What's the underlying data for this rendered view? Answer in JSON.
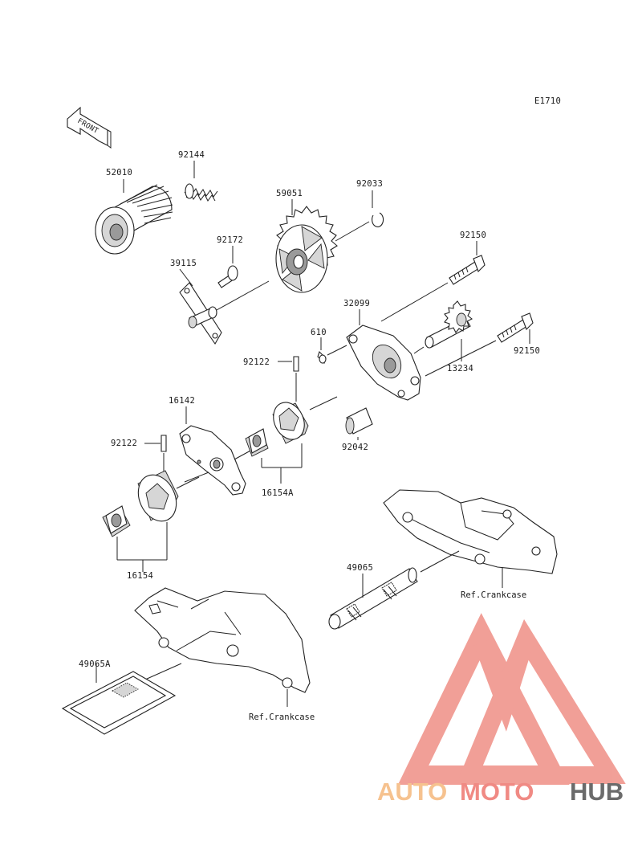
{
  "diagram_code": "E1710",
  "front_label": "FRONT",
  "parts": {
    "p52010": "52010",
    "p92144": "92144",
    "p59051": "59051",
    "p92033": "92033",
    "p92172": "92172",
    "p39115": "39115",
    "p92150_top": "92150",
    "p32099": "32099",
    "p610": "610",
    "p92122_upper": "92122",
    "p13234": "13234",
    "p92150_right": "92150",
    "p16142": "16142",
    "p92042": "92042",
    "p92122_left": "92122",
    "p16154A": "16154A",
    "p16154": "16154",
    "p49065": "49065",
    "p49065A": "49065A"
  },
  "refs": {
    "crankcase_right": "Ref.Crankcase",
    "crankcase_bottom": "Ref.Crankcase"
  },
  "watermark": {
    "part1": "AUTO",
    "part2": "MOTO",
    "part3": "HUB",
    "color_auto": "#f6c28f",
    "color_moto": "#f08a84",
    "color_hub": "#6b6b6b",
    "logo_color": "#ef8f86"
  }
}
